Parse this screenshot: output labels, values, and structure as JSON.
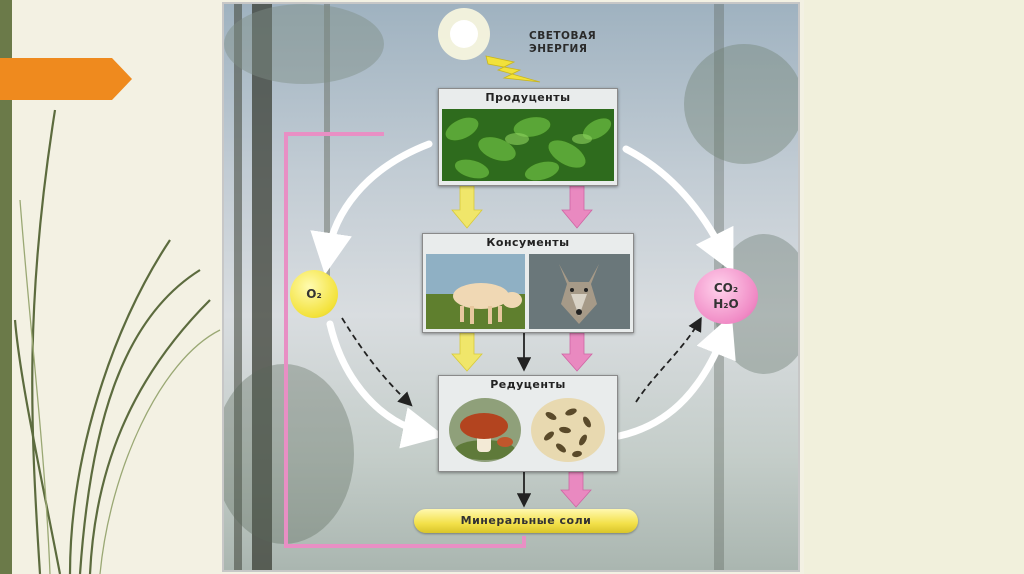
{
  "diagram": {
    "light_energy": "СВЕТОВАЯ ЭНЕРГИЯ",
    "producers": "Продуценты",
    "consumers": "Консументы",
    "reducers": "Редуценты",
    "oxygen": "O₂",
    "co2": "CO₂",
    "water": "H₂O",
    "minerals": "Минеральные соли"
  },
  "colors": {
    "accent_orange": "#ef8a1e",
    "stripe_green": "#6b7a49",
    "arrow_yellow": "#f0e66a",
    "arrow_pink": "#e989c0",
    "cycle_white": "#ffffff"
  },
  "icons": [
    "sun-icon",
    "lightning-icon",
    "leaves-image",
    "lamb-image",
    "wolf-image",
    "mushroom-image",
    "bacteria-image"
  ]
}
